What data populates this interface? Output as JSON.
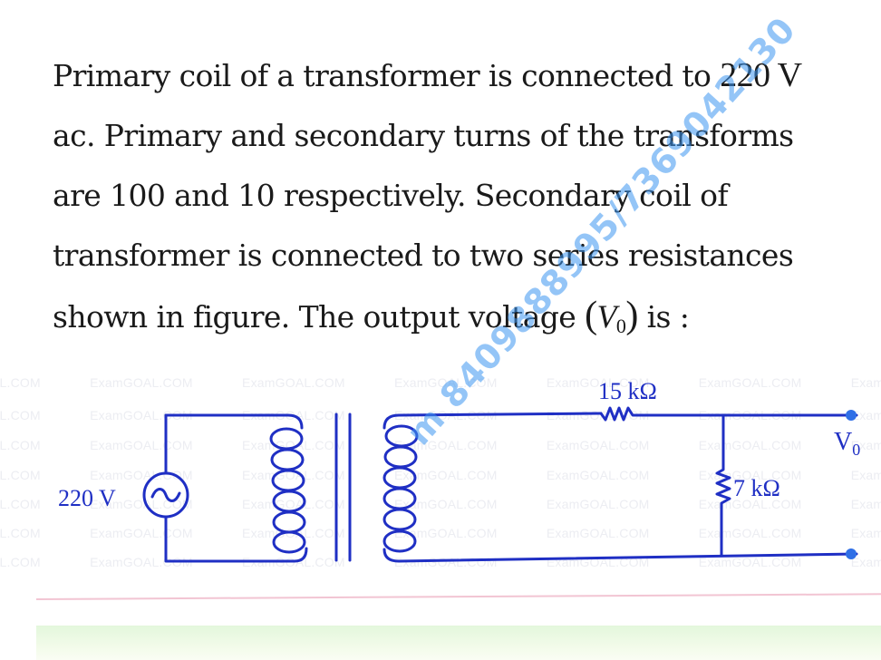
{
  "question": {
    "lines": [
      {
        "text": "Primary coil of a transformer is connected to ",
        "emph": "220 V"
      },
      {
        "text": "ac. Primary and secondary turns of the transforms"
      },
      {
        "text": "are 100 and 10 respectively. Secondary coil of"
      },
      {
        "text": "transformer is connected to two series resistances"
      },
      {
        "text": "shown in figure. The output voltage ",
        "math_open": "(",
        "math_var": "V",
        "math_sub": "0",
        "math_close": ")",
        "tail": " is :"
      }
    ]
  },
  "circuit": {
    "source_label": "220 V",
    "source_symbol": "~",
    "series_resistor_label": "15 kΩ",
    "shunt_resistor_label": "7 kΩ",
    "output_label_main": "V",
    "output_label_sub": "0",
    "primary_turns": 100,
    "secondary_turns": 10,
    "wire_color": "#1f2fc4",
    "terminal_color": "#2f6fe6"
  },
  "watermark": {
    "site_text": "ExamGOAL.COM",
    "phone_text": "m 8409888995/7369042130",
    "phone_color": "#3c96f0"
  }
}
